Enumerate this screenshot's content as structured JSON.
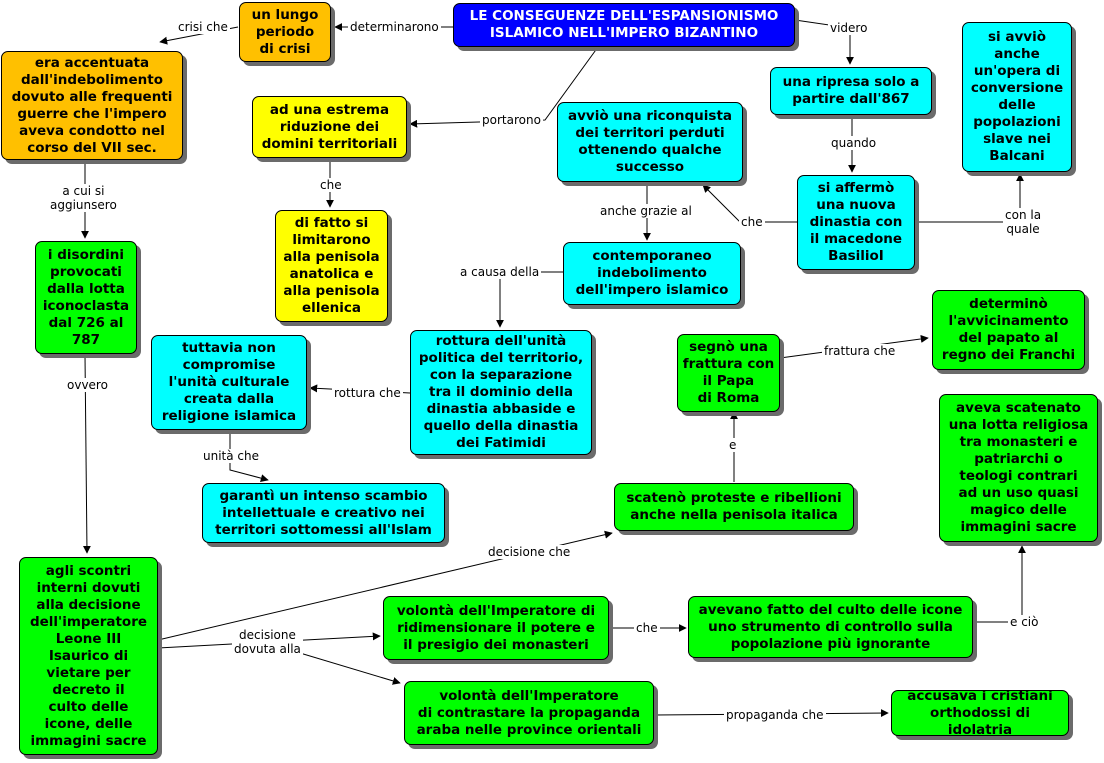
{
  "colors": {
    "orange": "#ffc000",
    "yellow": "#ffff00",
    "cyan": "#00ffff",
    "green": "#00ff00",
    "blue": "#0000ff"
  },
  "nodes": {
    "root": "LE CONSEGUENZE DELL'ESPANSIONISMO\nISLAMICO NELL'IMPERO BIZANTINO",
    "periodo_crisi": "un lungo\nperiodo\ndi crisi",
    "indebolimento": "era accentuata\ndall'indebolimento\ndovuto alle frequenti\nguerre che l'impero\naveva condotto nel\ncorso del VII sec.",
    "riduzione": "ad una estrema\nriduzione dei\ndomini territoriali",
    "limitarono": "di fatto si\nlimitarono\nalla penisola\nanatolica e\nalla penisola\nellenica",
    "disordini": "i disordini\nprovocati\ndalla lotta\niconoclasta\ndal 726 al\n787",
    "ripresa": "una ripresa solo a\npartire dall'867",
    "opera_conversione": "si avviò\nanche\nun'opera di\nconversione\ndelle\npopolazioni\nslave nei\nBalcani",
    "riconquista": "avviò una riconquista\ndei territori perduti\nottenendo qualche\nsuccesso",
    "dinastia": "si affermò\nuna nuova\ndinastia con\nil macedone\nBasilioI",
    "indebolimento_islamico": "contemporaneo\nindebolimento\ndell'impero islamico",
    "rottura": "rottura dell'unità\npolitica del territorio,\ncon la separazione\ntra il dominio della\ndinastia abbaside e\nquello della dinastia\ndei Fatimidi",
    "unita_culturale": "tuttavia non\ncompromise\nl'unità culturale\ncreata dalla\nreligione islamica",
    "scambio": "garantì un intenso scambio\nintellettuale e creativo nei\nterritori sottomessi all'Islam",
    "papa": "segnò una\nfrattura con\nil Papa\ndi Roma",
    "franchi": "determinò\nl'avvicinamento\ndel papato al\nregno dei Franchi",
    "proteste": "scatenò proteste e ribellioni\nanche nella penisola italica",
    "lotta_religiosa": "aveva scatenato\nuna lotta religiosa\ntra monasteri e\npatriarchi o\nteologi contrari\nad un uso quasi\nmagico delle\nimmagini sacre",
    "scontri": "agli scontri\ninterni dovuti\nalla decisione\ndell'imperatore\nLeone III\nIsaurico di\nvietare per\ndecreto il\nculto delle\nicone, delle\nimmagini sacre",
    "monasteri": "volontà dell'Imperatore di\nridimensionare il potere e\nil presigio dei monasteri",
    "culto_icone": "avevano fatto del culto delle icone\nuno strumento di controllo sulla\npopolazione più ignorante",
    "propaganda": "volontà dell'Imperatore\ndi contrastare la propaganda\naraba nelle province orientali",
    "idolatria": "accusava i cristiani\northodossi di idolatria"
  },
  "labels": {
    "determinarono": "determinarono",
    "crisi_che": "crisi che",
    "videro": "videro",
    "portarono": "portarono",
    "che_1": "che",
    "a_cui_si": "a cui si\naggiunsero",
    "quando": "quando",
    "anche_grazie_al": "anche grazie al",
    "che_2": "che",
    "con_la_quale": "con la\nquale",
    "a_causa_della": "a causa della",
    "rottura_che": "rottura che",
    "ovvero": "ovvero",
    "unita_che": "unità che",
    "frattura_che": "frattura che",
    "e_1": "e",
    "decisione_che": "decisione che",
    "decisione_dovuta": "decisione\ndovuta alla",
    "che_3": "che",
    "e_cio": "e ciò",
    "propaganda_che": "propaganda che"
  }
}
